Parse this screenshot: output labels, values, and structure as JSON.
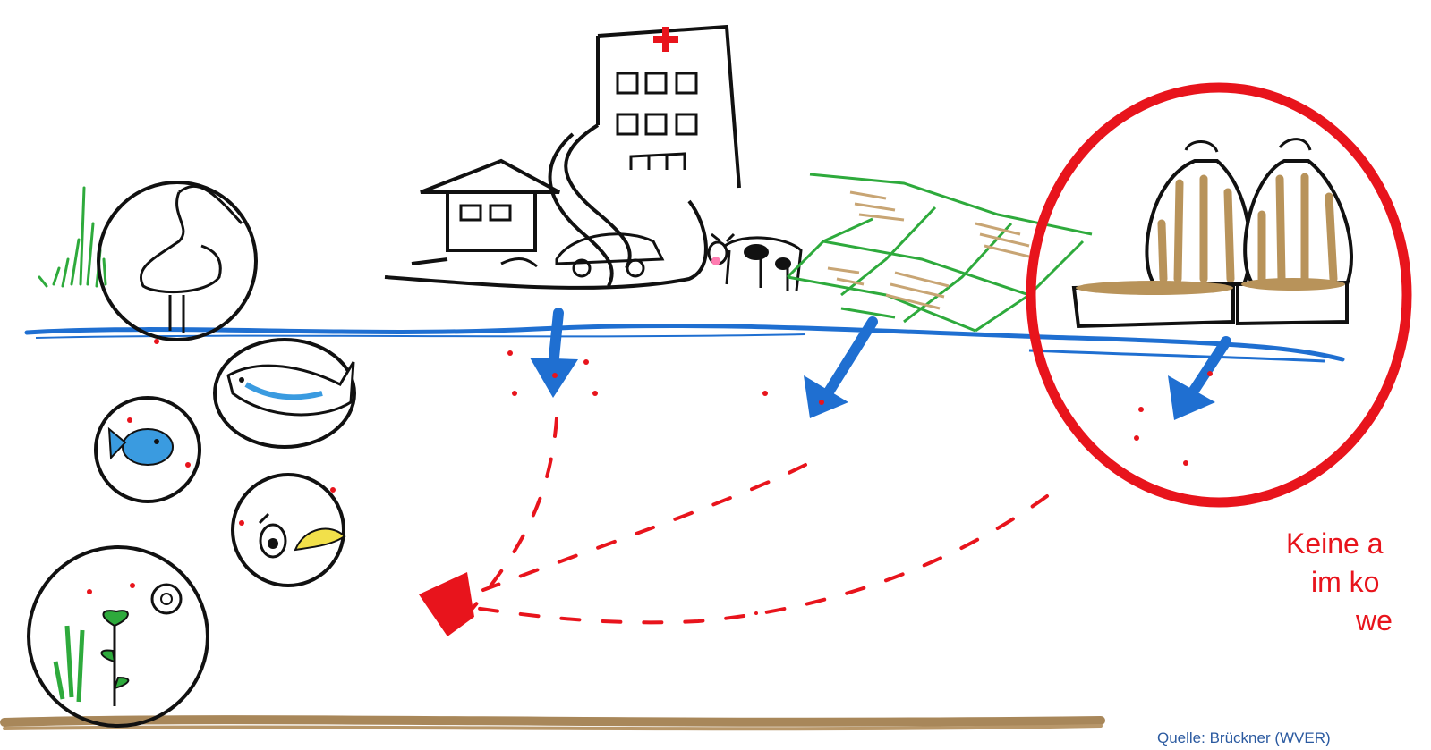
{
  "caption": {
    "lines": [
      "Keine a",
      "im ko",
      "we"
    ],
    "color": "#e8141c"
  },
  "source": {
    "text": "Quelle: Brückner (WVER)",
    "color": "#2b5aa0"
  },
  "colors": {
    "ink": "#111111",
    "water": "#1f6fd1",
    "pollutant": "#e8141c",
    "grass": "#2eaa3c",
    "field_lines": "#c8a574",
    "fish": "#3a9be0",
    "ground": "#a8875a",
    "highlight_ring": "#e8141c"
  },
  "icons": [
    "heron-icon",
    "fish-icon",
    "small-fish-icon",
    "snail-icon",
    "plant-icon",
    "hospital-icon",
    "house-icon",
    "car-icon",
    "cow-icon",
    "field-icon",
    "treatment-plant-icon"
  ]
}
